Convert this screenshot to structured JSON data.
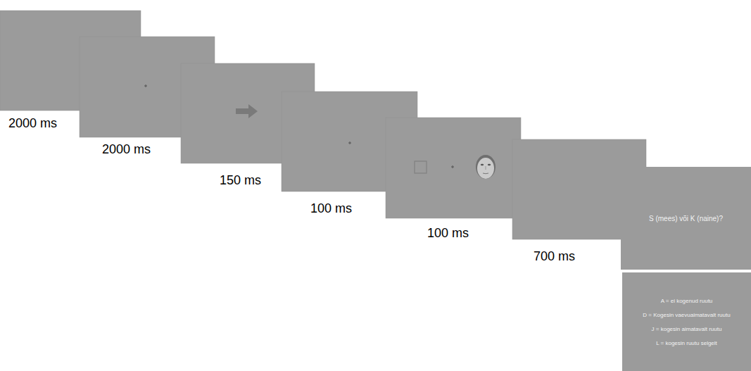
{
  "diagram": {
    "nodes": [
      {
        "text": [
          "S (mees) või K (naine)?"
        ]
      },
      {
        "text": [
          "A = ei kogenud ruutu",
          "D = Kogesin vaevuaimatavalt ruutu",
          "J = kogesin aimatavalt ruutu",
          "L = kogesin ruutu selgelt"
        ]
      }
    ],
    "labels": [
      "2000 ms",
      "2000 ms",
      "150 ms",
      "100 ms",
      "100 ms",
      "700 ms"
    ]
  }
}
